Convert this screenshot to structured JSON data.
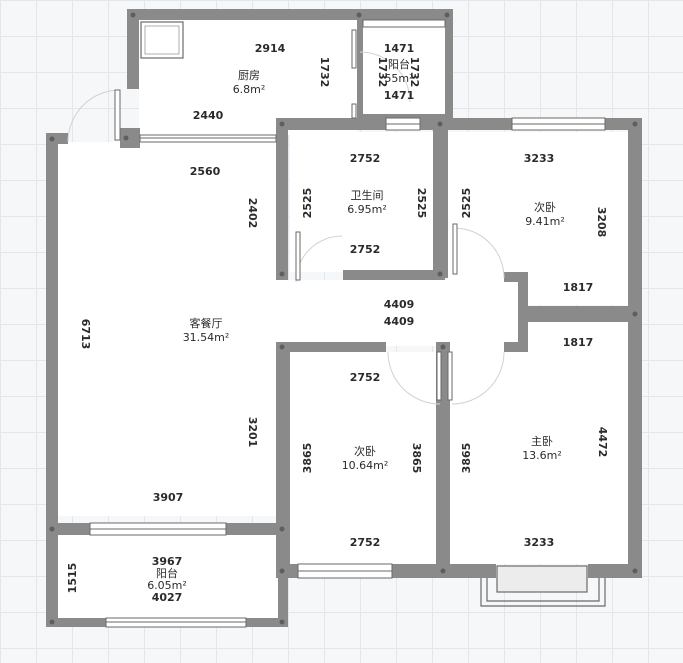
{
  "rooms": {
    "kitchen": {
      "name": "厨房",
      "area": "6.8m²"
    },
    "balcony_top": {
      "name": "阳台",
      "area": "55m²"
    },
    "bathroom": {
      "name": "卫生间",
      "area": "6.95m²"
    },
    "bedroom_ne": {
      "name": "次卧",
      "area": "9.41m²"
    },
    "living": {
      "name": "客餐厅",
      "area": "31.54m²"
    },
    "bedroom_mid": {
      "name": "次卧",
      "area": "10.64m²"
    },
    "master": {
      "name": "主卧",
      "area": "13.6m²"
    },
    "balcony_bottom": {
      "name": "阳台",
      "area": "6.05m²"
    }
  },
  "dims": {
    "kitchen_top": "2914",
    "kitchen_bottom": "2440",
    "kitchen_right": "1732",
    "balcony_top_w1": "1471",
    "balcony_top_w2": "1471",
    "balcony_top_h1": "1732",
    "balcony_top_h2": "1732",
    "living_top": "2560",
    "living_upper_right": "2402",
    "living_left": "6713",
    "living_lower_right": "3201",
    "living_bottom": "3907",
    "bath_top": "2752",
    "bath_bottom": "2752",
    "bath_left": "2525",
    "bath_right": "2525",
    "ne_top": "3233",
    "ne_left": "2525",
    "ne_right": "3208",
    "ne_bottom": "1817",
    "corridor_1": "4409",
    "corridor_2": "4409",
    "mid_top": "2752",
    "mid_bottom": "2752",
    "mid_left": "3865",
    "mid_right": "3865",
    "master_top": "1817",
    "master_left": "3865",
    "master_right": "4472",
    "master_bottom": "3233",
    "balc_b_top": "3967",
    "balc_b_bottom": "4027",
    "balc_b_left": "1515"
  }
}
